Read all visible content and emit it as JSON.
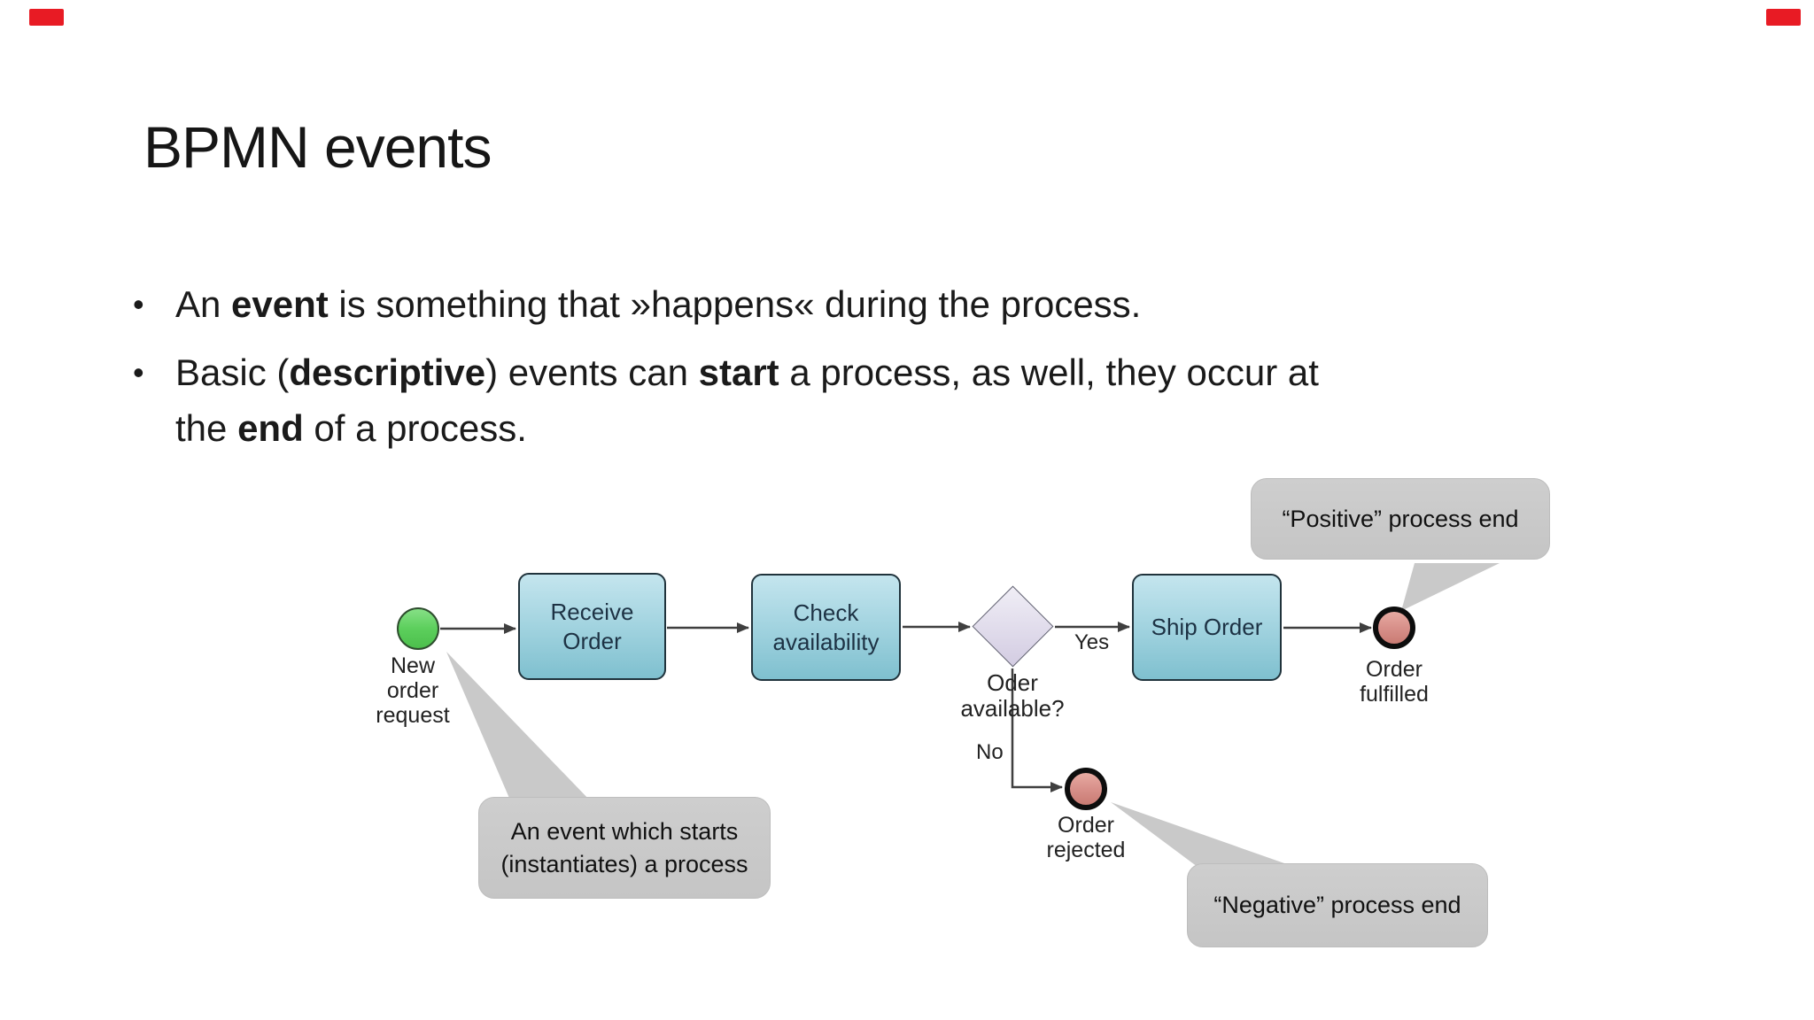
{
  "slide": {
    "title": "BPMN events",
    "bullet_char": "•",
    "bullets": [
      {
        "segments": [
          {
            "t": "An ",
            "b": false
          },
          {
            "t": "event",
            "b": true
          },
          {
            "t": " is something that »happens« during the process.",
            "b": false
          }
        ]
      },
      {
        "segments": [
          {
            "t": "Basic (",
            "b": false
          },
          {
            "t": "descriptive",
            "b": true
          },
          {
            "t": ") events can ",
            "b": false
          },
          {
            "t": "start",
            "b": true
          },
          {
            "t": " a process, as well, they occur at\nthe ",
            "b": false
          },
          {
            "t": "end",
            "b": true
          },
          {
            "t": " of a process.",
            "b": false
          }
        ]
      }
    ]
  },
  "diagram": {
    "start_event": {
      "label": "New\norder\nrequest"
    },
    "tasks": [
      {
        "label": "Receive\nOrder"
      },
      {
        "label": "Check\navailability"
      },
      {
        "label": "Ship Order"
      }
    ],
    "gateway": {
      "label": "Oder\navailable?",
      "yes_label": "Yes",
      "no_label": "No"
    },
    "end_events": [
      {
        "label": "Order\nfulfilled"
      },
      {
        "label": "Order\nrejected"
      }
    ],
    "callouts": [
      {
        "text": "“Positive” process end"
      },
      {
        "text": "An event which starts\n(instantiates) a process"
      },
      {
        "text": "“Negative” process end"
      }
    ]
  },
  "colors": {
    "background": "#ffffff",
    "corner_marker_red": "#e81b24",
    "task_fill_top": "#c4e5ee",
    "task_fill_bottom": "#7fc0cf",
    "start_event_green": "#5ccf5c",
    "end_event_pink": "#d8908a",
    "end_event_ring": "#0d0d0d",
    "gateway_fill_top": "#f0eef6",
    "gateway_fill_bottom": "#d3cce2",
    "callout_gray": "#c9c9c9",
    "connector_gray": "#3f3f3f",
    "text_dark": "#1a1a1a"
  }
}
